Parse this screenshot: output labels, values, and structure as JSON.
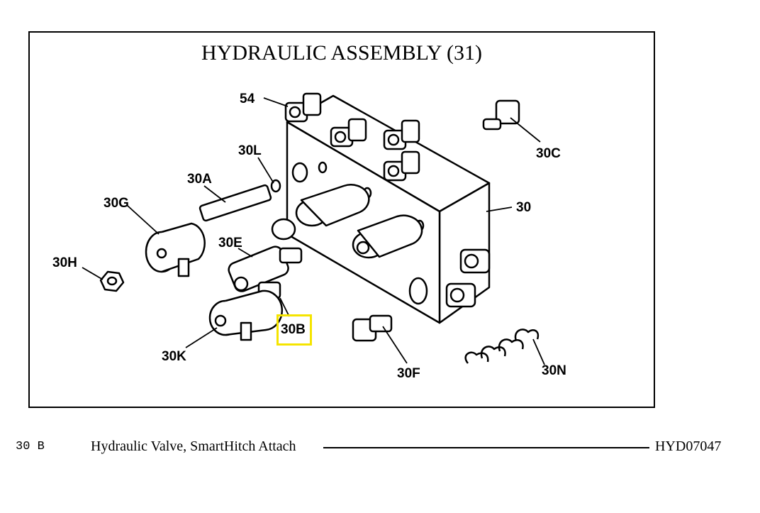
{
  "diagram": {
    "title": "HYDRAULIC ASSEMBLY (31)",
    "callouts": [
      "54",
      "30L",
      "30A",
      "30G",
      "30H",
      "30E",
      "30B",
      "30K",
      "30F",
      "30C",
      "30",
      "30N"
    ],
    "highlighted_callout": "30B",
    "highlight_color": "#f5e400"
  },
  "footer": {
    "ref": "30 B",
    "description": "Hydraulic Valve, SmartHitch Attach",
    "part_number": "HYD07047"
  }
}
